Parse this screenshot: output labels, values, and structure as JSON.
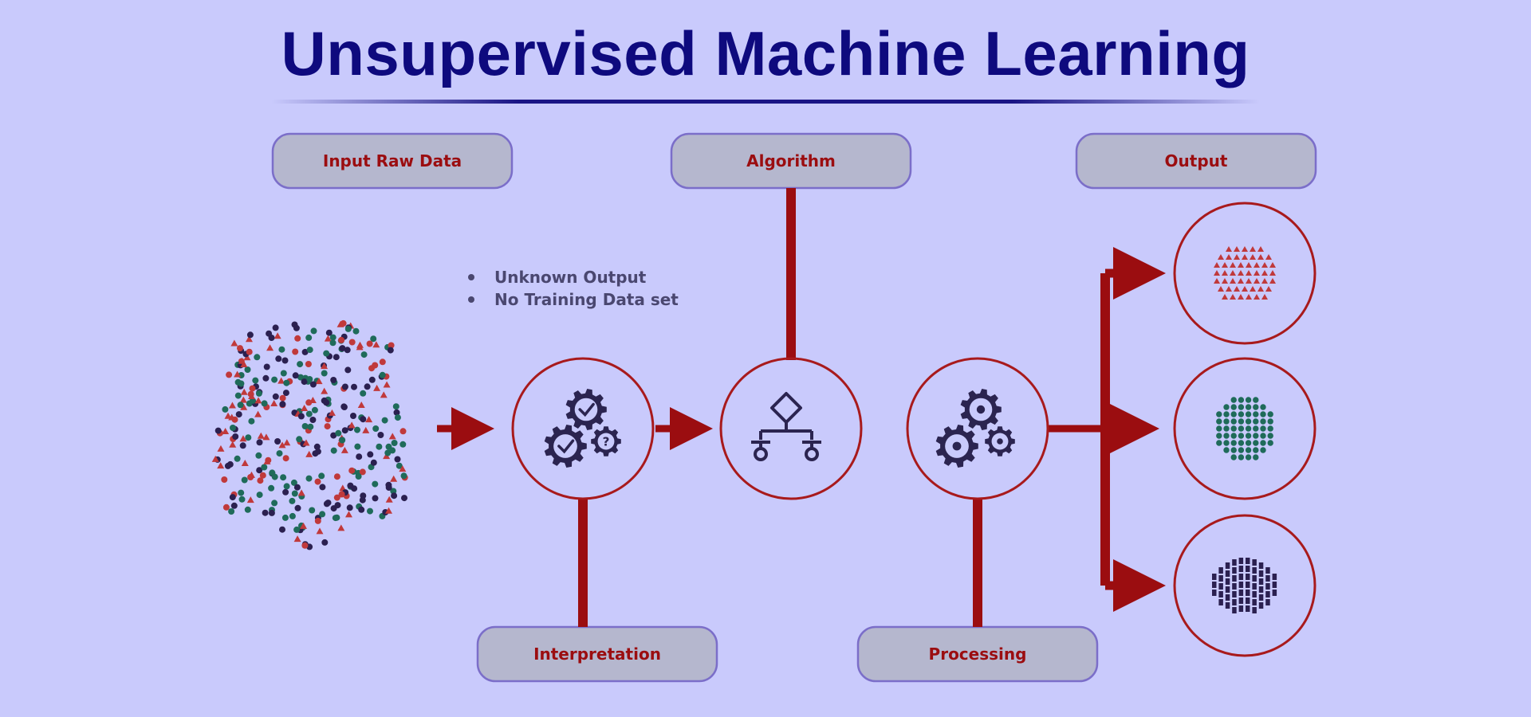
{
  "title": "Unsupervised Machine Learning",
  "stages": {
    "input_raw_data": "Input Raw Data",
    "algorithm": "Algorithm",
    "output": "Output",
    "interpretation": "Interpretation",
    "processing": "Processing"
  },
  "notes": [
    "Unknown Output",
    "No Training Data set"
  ],
  "colors": {
    "background": "#c9cafc",
    "title": "#0e0a7e",
    "accent_red": "#9b0d10",
    "box_fill": "#b5b7ce",
    "box_border": "#7b6ec9",
    "icon": "#2b2450",
    "cluster_red": "#c0393b",
    "cluster_green": "#1f6b5a",
    "cluster_dark": "#2b2050"
  },
  "icons": [
    "gears-check-question-icon",
    "decision-flowchart-icon",
    "gears-icon",
    "triangle-cluster-icon",
    "circle-cluster-icon",
    "bar-cluster-icon"
  ]
}
